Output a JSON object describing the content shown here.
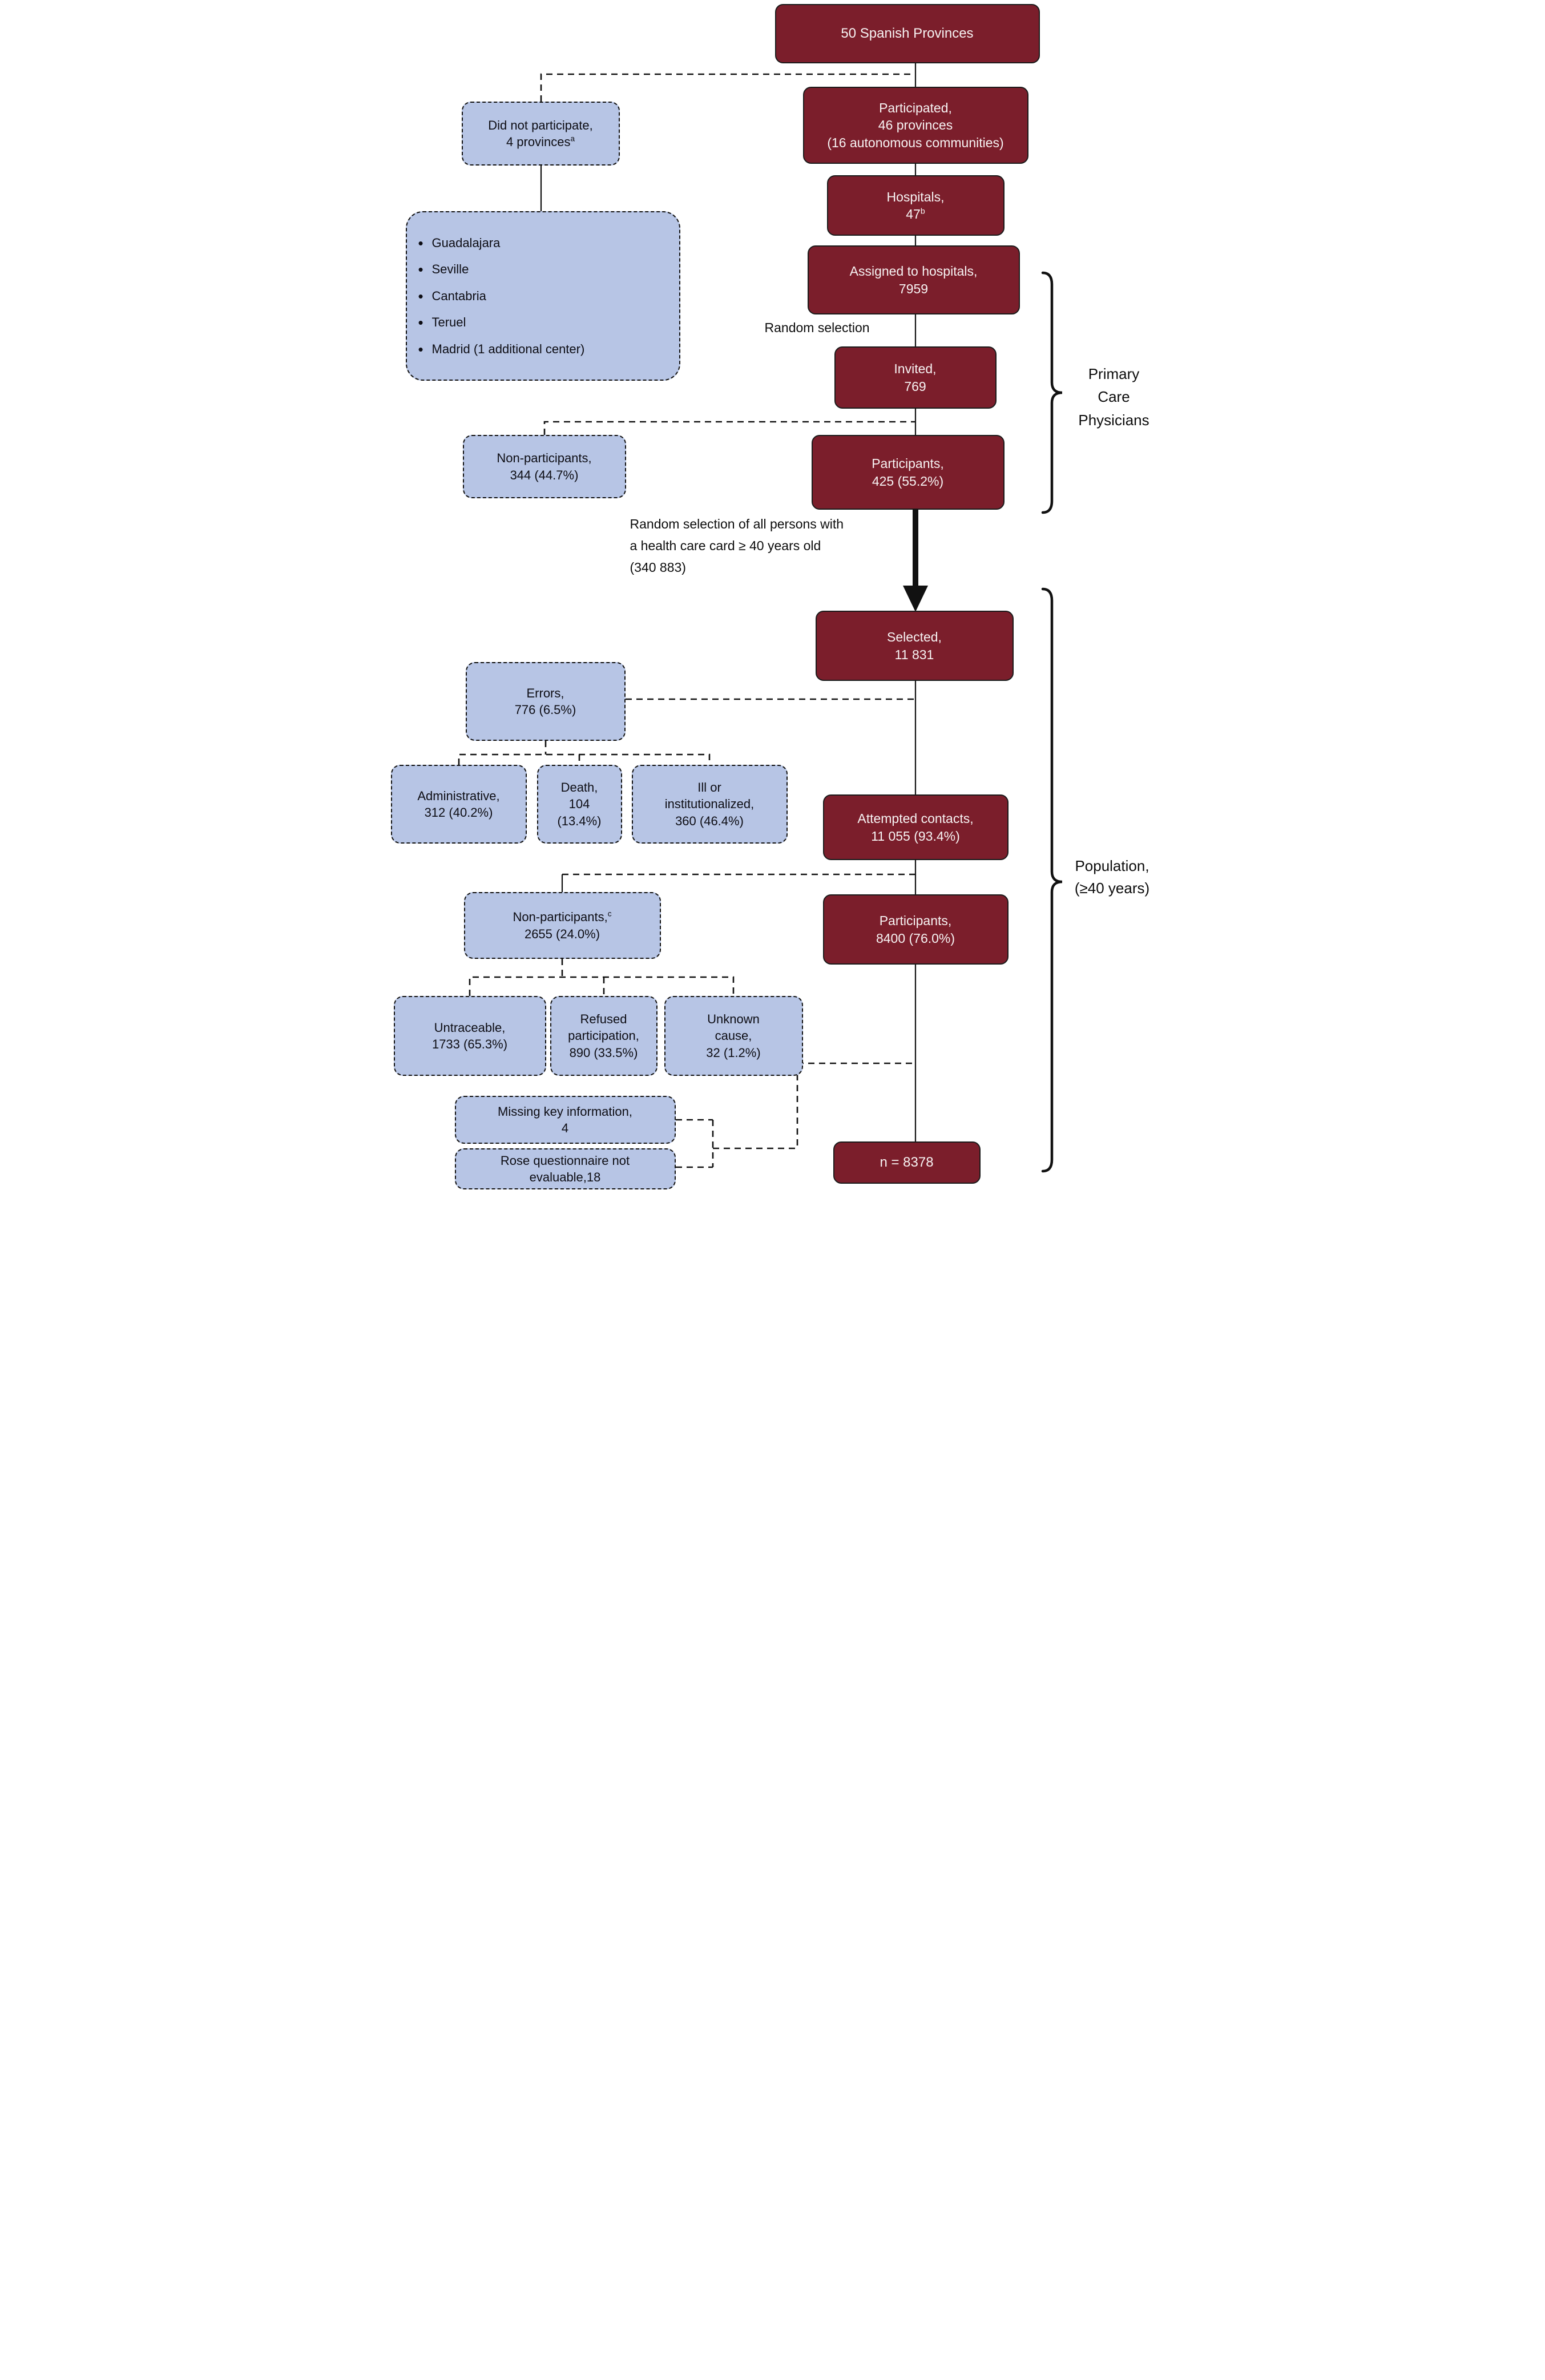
{
  "colors": {
    "maroon": "#7B1E2B",
    "blue": "#B7C5E5",
    "line": "#111111"
  },
  "boxes": {
    "provinces_total": {
      "label": "50 Spanish Provinces"
    },
    "did_not_participate": {
      "lines": [
        "Did not participate,",
        "4 provinces"
      ],
      "sup": "a"
    },
    "non_participating_provinces": {
      "bullets": [
        "Guadalajara",
        "Seville",
        "Cantabria",
        "Teruel",
        "Madrid (1 additional center)"
      ]
    },
    "participated": {
      "lines": [
        "Participated,",
        "46 provinces",
        "(16 autonomous communities)"
      ]
    },
    "hospitals": {
      "lines": [
        "Hospitals,",
        "47"
      ],
      "sup": "b"
    },
    "assigned": {
      "lines": [
        "Assigned to hospitals,",
        "7959"
      ]
    },
    "invited": {
      "lines": [
        "Invited,",
        "769"
      ]
    },
    "pcp_participants": {
      "lines": [
        "Participants,",
        "425 (55.2%)"
      ]
    },
    "pcp_nonparticipants": {
      "lines": [
        "Non-participants,",
        "344 (44.7%)"
      ]
    },
    "selected": {
      "lines": [
        "Selected,",
        "11 831"
      ]
    },
    "errors": {
      "lines": [
        "Errors,",
        "776 (6.5%)"
      ]
    },
    "administrative": {
      "lines": [
        "Administrative,",
        "312 (40.2%)"
      ]
    },
    "death": {
      "lines": [
        "Death,",
        "104",
        "(13.4%)"
      ]
    },
    "ill": {
      "lines": [
        "Ill or",
        "institutionalized,",
        "360 (46.4%)"
      ]
    },
    "attempted_contacts": {
      "lines": [
        "Attempted contacts,",
        "11 055 (93.4%)"
      ]
    },
    "pop_participants": {
      "lines": [
        "Participants,",
        "8400 (76.0%)"
      ]
    },
    "pop_nonparticipants": {
      "lines": [
        "Non-participants,",
        "2655 (24.0%)"
      ],
      "sup": "c"
    },
    "untraceable": {
      "lines": [
        "Untraceable,",
        "1733 (65.3%)"
      ]
    },
    "refused": {
      "lines": [
        "Refused",
        "participation,",
        "890 (33.5%)"
      ]
    },
    "unknown": {
      "lines": [
        "Unknown",
        "cause,",
        "32 (1.2%)"
      ]
    },
    "missing_info": {
      "lines": [
        "Missing key information,",
        "4"
      ]
    },
    "rose": {
      "lines": [
        "Rose questionnaire not",
        "evaluable,18"
      ]
    },
    "n_final": {
      "label": "n = 8378"
    }
  },
  "annotations": {
    "random_selection": "Random selection",
    "random_selection_persons": [
      "Random selection of all persons with",
      "a health care card ≥ 40 years old",
      "(340 883)"
    ]
  },
  "brackets": {
    "primary_care": {
      "lines": [
        "Primary",
        "Care",
        "Physicians"
      ]
    },
    "population": {
      "lines": [
        "Population,",
        "(≥40 years)"
      ]
    }
  }
}
